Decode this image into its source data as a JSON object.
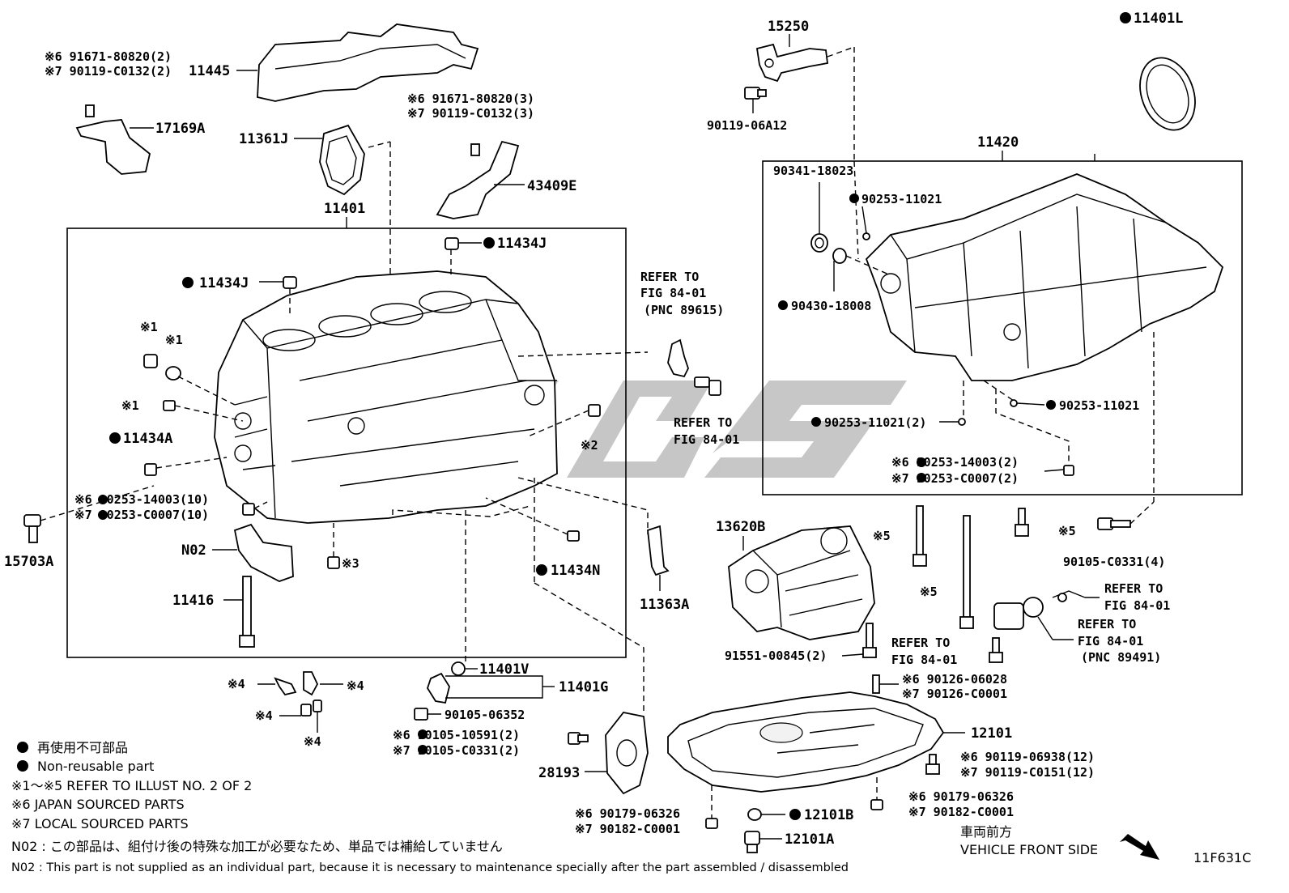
{
  "figure_code": "11F631C",
  "labels": {
    "p11445": "11445",
    "p17169a": "17169A",
    "b91671a_6": "※6 91671-80820(2)",
    "b90119a_7": "※7 90119-C0132(2)",
    "p11361j": "11361J",
    "b91671b_6": "※6 91671-80820(3)",
    "b90119b_7": "※7 90119-C0132(3)",
    "p43409e": "43409E",
    "p11401": "11401",
    "p11434j_top": "11434J",
    "p11434j_left": "11434J",
    "mark1a": "※1",
    "mark1b": "※1",
    "mark1c": "※1",
    "p11434a": "11434A",
    "p90253_14003_10": "※6 90253-14003(10)",
    "p90253_c0007_10": "※7 90253-C0007(10)",
    "p15703a": "15703A",
    "pn02": "N02",
    "mark3": "※3",
    "p11416": "11416",
    "mark2": "※2",
    "p11434n": "11434N",
    "p11363a": "11363A",
    "refer1_a": "REFER TO",
    "refer1_b": "FIG 84-01",
    "refer1_c": "(PNC 89615)",
    "refer2_a": "REFER TO",
    "refer2_b": "FIG 84-01",
    "p15250": "15250",
    "p90119_06a12": "90119-06A12",
    "p11401l": "11401L",
    "p11420": "11420",
    "p90341": "90341-18023",
    "p90253_11021_a": "90253-11021",
    "p90430": "90430-18008",
    "p90253_11021_b": "90253-11021",
    "p90253_11021_2": "90253-11021(2)",
    "p90253_14003_2": "※6 90253-14003(2)",
    "p90253_c0007_2": "※7 90253-C0007(2)",
    "p13620b": "13620B",
    "mark5a": "※5",
    "mark5b": "※5",
    "mark5c": "※5",
    "p90105_c0331_4": "90105-C0331(4)",
    "refer3_a": "REFER TO",
    "refer3_b": "FIG 84-01",
    "refer4_a": "REFER TO",
    "refer4_b": "FIG 84-01",
    "refer4_c": "(PNC 89491)",
    "refer5_a": "REFER TO",
    "refer5_b": "FIG 84-01",
    "p91551": "91551-00845(2)",
    "p90126_6": "※6 90126-06028",
    "p90126_7": "※7 90126-C0001",
    "p12101": "12101",
    "p90119_06938": "※6 90119-06938(12)",
    "p90119_c0151": "※7 90119-C0151(12)",
    "p90179_06326_r6": "※6 90179-06326",
    "p90182_c0001_r7": "※7 90182-C0001",
    "p12101b": "12101B",
    "p12101a": "12101A",
    "p90179_06326_l6": "※6 90179-06326",
    "p90182_c0001_l7": "※7 90182-C0001",
    "p28193": "28193",
    "p11401v": "11401V",
    "p11401g": "11401G",
    "p90105_06352": "90105-06352",
    "p90105_10591": "※6 90105-10591(2)",
    "p90105_c0331_2": "※7 90105-C0331(2)",
    "mark4a": "※4",
    "mark4b": "※4",
    "mark4c": "※4",
    "mark4d": "※4",
    "front_jp": "車両前方",
    "front_en": "VEHICLE FRONT SIDE"
  },
  "legend": {
    "nonreusable_jp": "再使用不可部品",
    "nonreusable_en": "Non-reusable part",
    "ref_illust": "※1～※5  REFER TO ILLUST NO. 2 OF 2",
    "japan": "※6 JAPAN SOURCED PARTS",
    "local": "※7 LOCAL SOURCED PARTS",
    "n02_jp": "N02 : この部品は、組付け後の特殊な加工が必要なため、単品では補給していません",
    "n02_en": "N02 : This part is not supplied as an individual part, because it is necessary to maintenance specially after the part assembled / disassembled"
  }
}
